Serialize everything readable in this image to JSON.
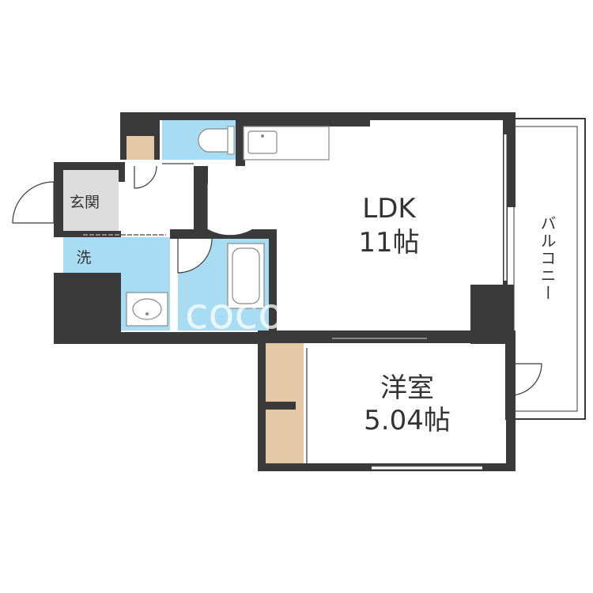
{
  "rooms": {
    "ldk": {
      "name": "LDK",
      "size": "11帖"
    },
    "western": {
      "name": "洋室",
      "size": "5.04帖"
    },
    "entrance": {
      "name": "玄関"
    },
    "washroom": {
      "name": "洗"
    },
    "balcony": {
      "name": "バルコニー"
    }
  },
  "watermark": "coco room",
  "colors": {
    "wall": "#3a3a3a",
    "water_area": "#a8dcf3",
    "storage": "#e5c9a6",
    "entrance_floor": "#dcdcdc",
    "fixture_line": "#888888"
  }
}
